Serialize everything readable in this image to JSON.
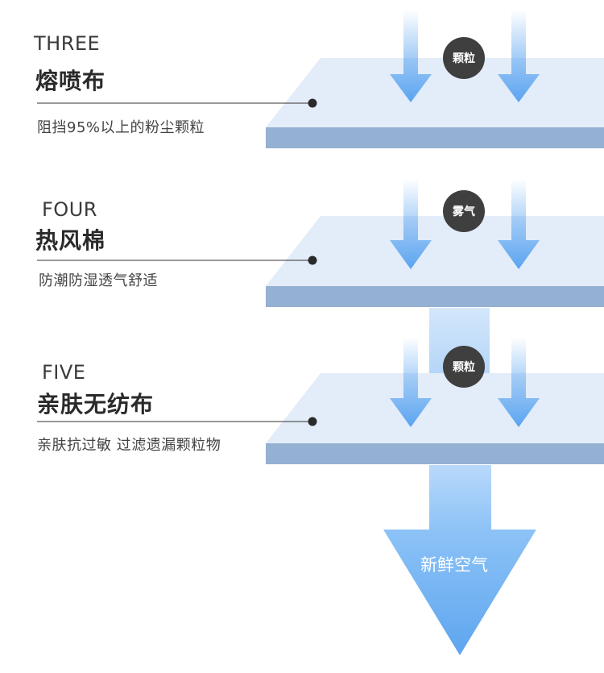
{
  "layers": [
    {
      "eng": "THREE",
      "name": "熔喷布",
      "desc": "阻挡95%以上的粉尘颗粒",
      "badge": "颗粒"
    },
    {
      "eng": "FOUR",
      "name": "热风棉",
      "desc": "防潮防湿透气舒适",
      "badge": "雾气"
    },
    {
      "eng": "FIVE",
      "name": "亲肤无纺布",
      "desc": "亲肤抗过敏 过滤遗漏颗粒物",
      "badge": "颗粒"
    }
  ],
  "output": {
    "label": "新鲜空气"
  },
  "colors": {
    "sheet_top": "#e3ecf9",
    "sheet_edge": "#94b0d2",
    "arrow": "#6aaef2",
    "badge": "#3f3f3f",
    "leader": "#333333"
  }
}
